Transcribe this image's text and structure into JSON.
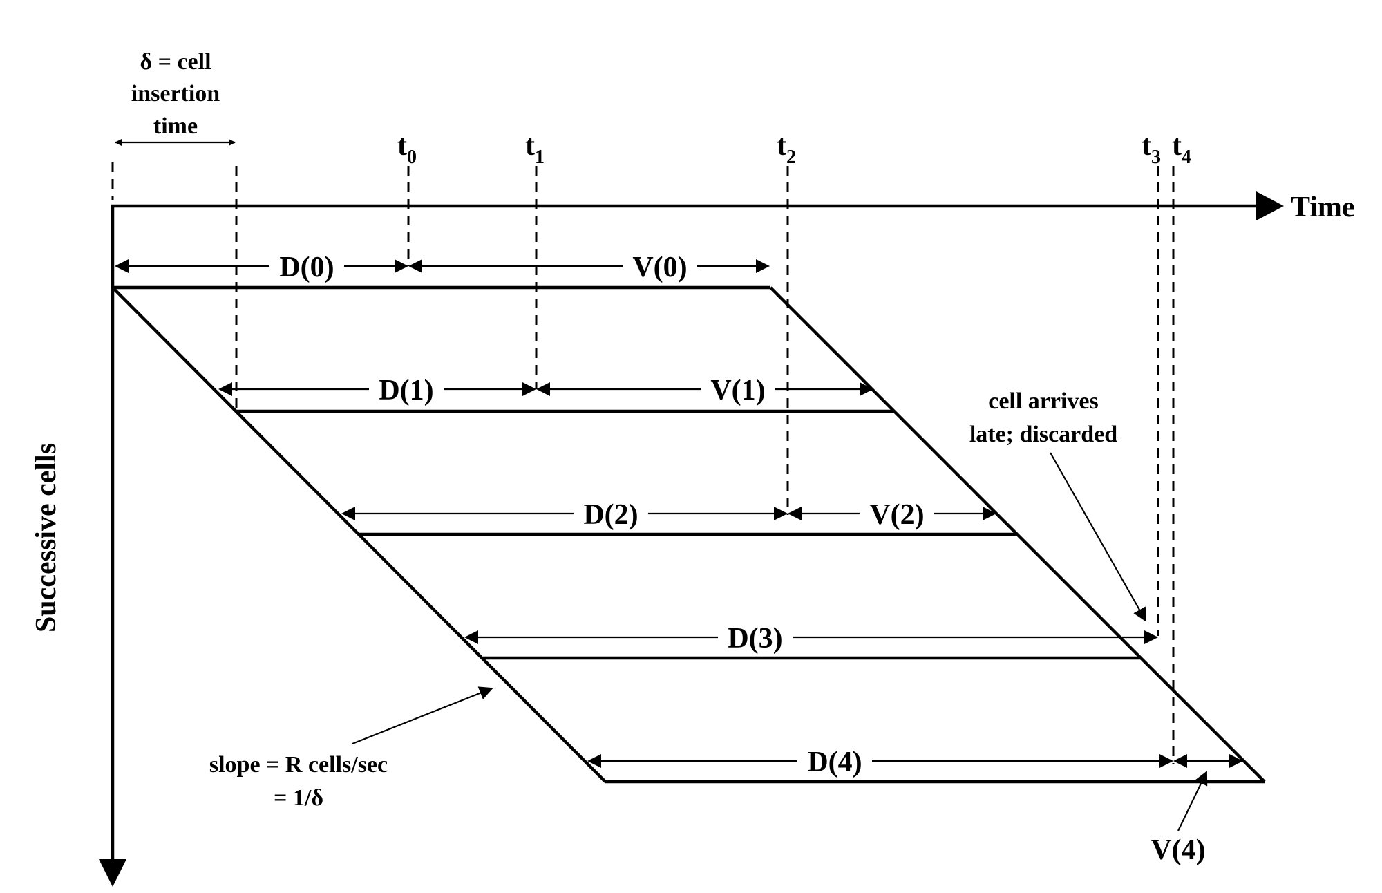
{
  "insertion_note": {
    "line1": "δ = cell",
    "line2": "insertion",
    "line3": "time"
  },
  "time_axis_label": "Time",
  "cells_axis_label": "Successive cells",
  "ticks": [
    {
      "name": "t",
      "sub": "0"
    },
    {
      "name": "t",
      "sub": "1"
    },
    {
      "name": "t",
      "sub": "2"
    },
    {
      "name": "t",
      "sub": "3"
    },
    {
      "name": "t",
      "sub": "4"
    }
  ],
  "delays": [
    "D(0)",
    "D(1)",
    "D(2)",
    "D(3)",
    "D(4)"
  ],
  "variations": [
    "V(0)",
    "V(1)",
    "V(2)",
    "V(4)"
  ],
  "late_note": {
    "line1": "cell arrives",
    "line2": "late; discarded"
  },
  "slope_note": {
    "line1": "slope = R cells/sec",
    "line2": "= 1/δ"
  }
}
